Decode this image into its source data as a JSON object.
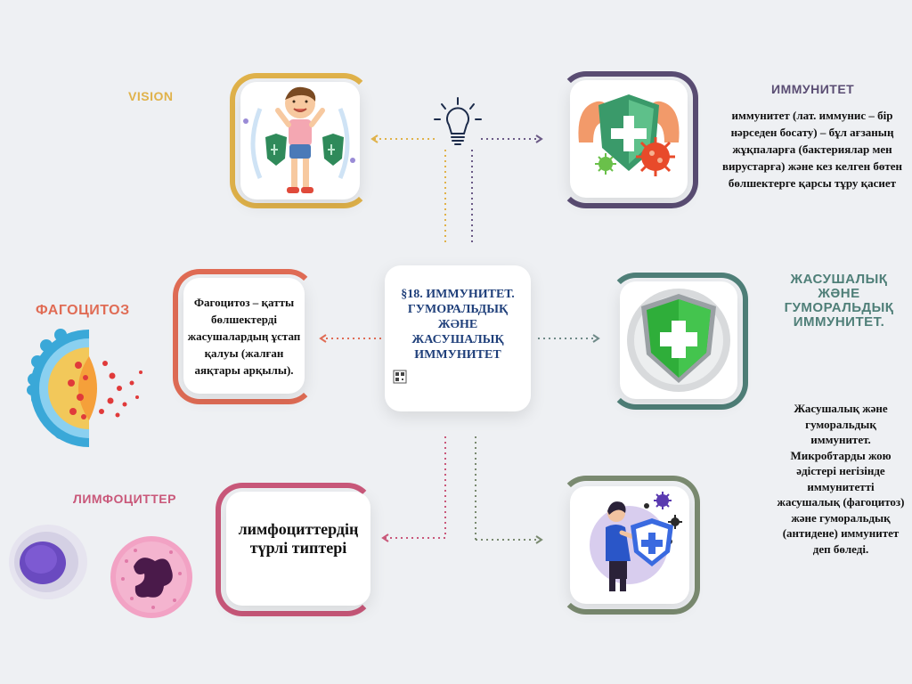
{
  "center": {
    "title": "§18. ИММУНИТЕТ. ГУМОРАЛЬДЫҚ ЖӘНЕ ЖАСУШАЛЫҚ ИММУНИТЕТ"
  },
  "vision": {
    "heading": "VISION"
  },
  "immunity": {
    "heading": "ИММУНИТЕТ",
    "text": "иммунитет (лат. иммунис – бір нәрседен босату) – бұл ағзаның жұқпаларға (бактериялар мен вирустарға) және кез келген бөтен бөлшектерге қарсы тұру қасиет"
  },
  "phagocytosis": {
    "heading": "ФАГОЦИТОЗ",
    "text": "Фагоцитоз – қатты бөлшектерді жасушалардың ұстап қалуы (жалған аяқтары арқылы)."
  },
  "cellular": {
    "heading": "ЖАСУШАЛЫҚ ЖӘНЕ ГУМОРАЛЬДЫҚ ИММУНИТЕТ.",
    "text": "Жасушалық және гуморальдық иммунитет. Микробтарды жою әдістері негізінде иммунитетті жасушалық (фагоцитоз) және гуморальдық (антидене) иммунитет деп бөледі."
  },
  "lymphocytes": {
    "heading": "ЛИМФОЦИТТЕР",
    "text": "лимфоциттердің түрлі типтері"
  },
  "colors": {
    "vision": "#e0b24a",
    "immunity": "#5a4d73",
    "phago": "#e06c55",
    "cellular": "#4f7f78",
    "lympho": "#c9587a",
    "center_text": "#1f3f7a"
  },
  "icons": [
    "lightbulb-icon",
    "shield-icon",
    "virus-icon",
    "qr-icon"
  ]
}
